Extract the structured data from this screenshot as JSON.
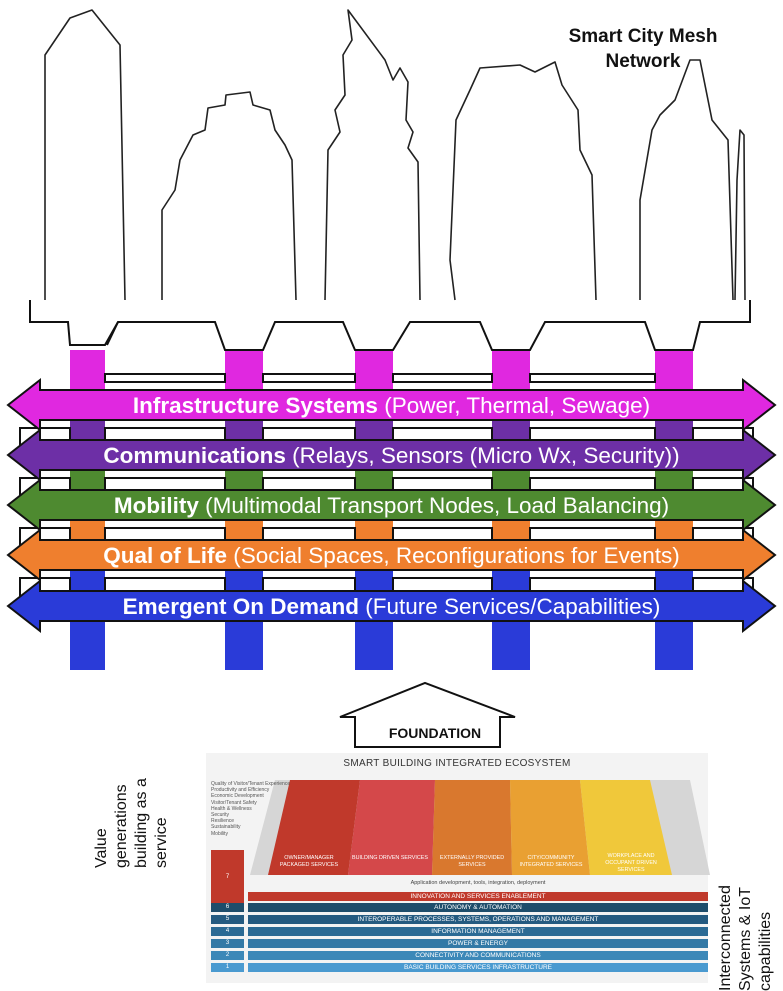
{
  "title": "Smart City Mesh Network",
  "bands": [
    {
      "bold": "Infrastructure Systems",
      "rest": " (Power, Thermal, Sewage)",
      "color": "#e028e0"
    },
    {
      "bold": "Communications",
      "rest": " (Relays, Sensors (Micro Wx, Security))",
      "color": "#6d2fa6"
    },
    {
      "bold": "Mobility",
      "rest": " (Multimodal Transport Nodes, Load Balancing)",
      "color": "#4e8a30"
    },
    {
      "bold": "Qual of Life",
      "rest": " (Social Spaces, Reconfigurations for Events)",
      "color": "#ef7f2e"
    },
    {
      "bold": "Emergent On Demand",
      "rest": " (Future Services/Capabilities)",
      "color": "#2a3bd8"
    }
  ],
  "foundation": "FOUNDATION",
  "pyramid": {
    "title": "SMART BUILDING INTEGRATED ECOSYSTEM",
    "value_list": [
      "Quality of Visitor/Tenant Experience",
      "Productivity and Efficiency",
      "Economic Development",
      "Visitor/Tenant Safety",
      "Health & Wellness",
      "Security",
      "Resilience",
      "Sustainability",
      "Mobility"
    ],
    "tiers": [
      {
        "label": "OWNER/MANAGER PACKAGED SERVICES",
        "color": "#c0392b"
      },
      {
        "label": "BUILDING DRIVEN SERVICES",
        "color": "#d4484a"
      },
      {
        "label": "EXTERNALLY PROVIDED SERVICES",
        "color": "#d9782e"
      },
      {
        "label": "CITY/COMMUNITY INTEGRATED SERVICES",
        "color": "#e9a032"
      },
      {
        "label": "WORKPLACE AND OCCUPANT DRIVEN SERVICES",
        "color": "#f0c83a"
      }
    ],
    "app_dev": "Application development, tools, integration, deployment",
    "layers": [
      {
        "num": "7",
        "label": "INNOVATION AND SERVICES ENABLEMENT",
        "color": "#c0392b"
      },
      {
        "num": "6",
        "label": "AUTONOMY & AUTOMATION",
        "color": "#1e4d6b"
      },
      {
        "num": "5",
        "label": "INTEROPERABLE PROCESSES, SYSTEMS, OPERATIONS AND MANAGEMENT",
        "color": "#245a80"
      },
      {
        "num": "4",
        "label": "INFORMATION MANAGEMENT",
        "color": "#2b6a94"
      },
      {
        "num": "3",
        "label": "POWER & ENERGY",
        "color": "#3379a6"
      },
      {
        "num": "2",
        "label": "CONNECTIVITY AND COMMUNICATIONS",
        "color": "#3c88b8"
      },
      {
        "num": "1",
        "label": "BASIC BUILDING SERVICES INFRASTRUCTURE",
        "color": "#4a9ad0"
      }
    ]
  },
  "left_label": [
    "Value",
    "generations",
    "building as a",
    "service"
  ],
  "right_label": [
    "Interconnected",
    "Systems & IoT",
    "capabilities"
  ]
}
